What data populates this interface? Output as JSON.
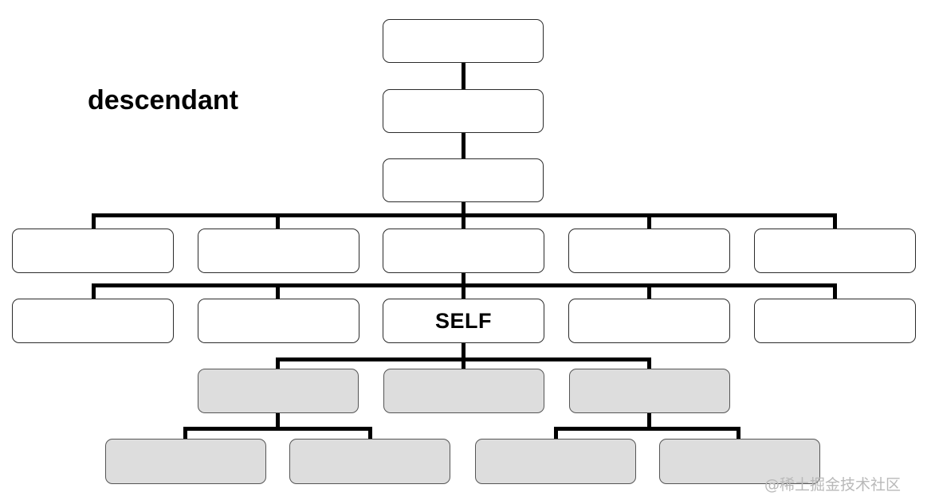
{
  "diagram": {
    "title_label": "descendant",
    "watermark": "@稀土掘金技术社区",
    "colors": {
      "background": "#ffffff",
      "node_fill": "#ffffff",
      "node_stroke": "#2b2b2b",
      "shaded_fill": "#dddddd",
      "shaded_stroke": "#555555",
      "edge": "#000000",
      "text": "#000000",
      "watermark": "#b9b9b9"
    },
    "levels": [
      {
        "name": "ancestor-level-1",
        "shaded": false,
        "nodes": [
          {
            "label": ""
          }
        ]
      },
      {
        "name": "ancestor-level-2",
        "shaded": false,
        "nodes": [
          {
            "label": ""
          }
        ]
      },
      {
        "name": "ancestor-level-3",
        "shaded": false,
        "nodes": [
          {
            "label": ""
          }
        ]
      },
      {
        "name": "sibling-level-1",
        "shaded": false,
        "nodes": [
          {
            "label": ""
          },
          {
            "label": ""
          },
          {
            "label": ""
          },
          {
            "label": ""
          },
          {
            "label": ""
          }
        ]
      },
      {
        "name": "self-level",
        "shaded": false,
        "nodes": [
          {
            "label": ""
          },
          {
            "label": ""
          },
          {
            "label": "SELF"
          },
          {
            "label": ""
          },
          {
            "label": ""
          }
        ]
      },
      {
        "name": "descendant-level-1",
        "shaded": true,
        "nodes": [
          {
            "label": ""
          },
          {
            "label": ""
          },
          {
            "label": ""
          }
        ]
      },
      {
        "name": "descendant-level-2",
        "shaded": true,
        "nodes": [
          {
            "label": ""
          },
          {
            "label": ""
          },
          {
            "label": ""
          },
          {
            "label": ""
          }
        ]
      }
    ],
    "self_node_label": "SELF"
  }
}
